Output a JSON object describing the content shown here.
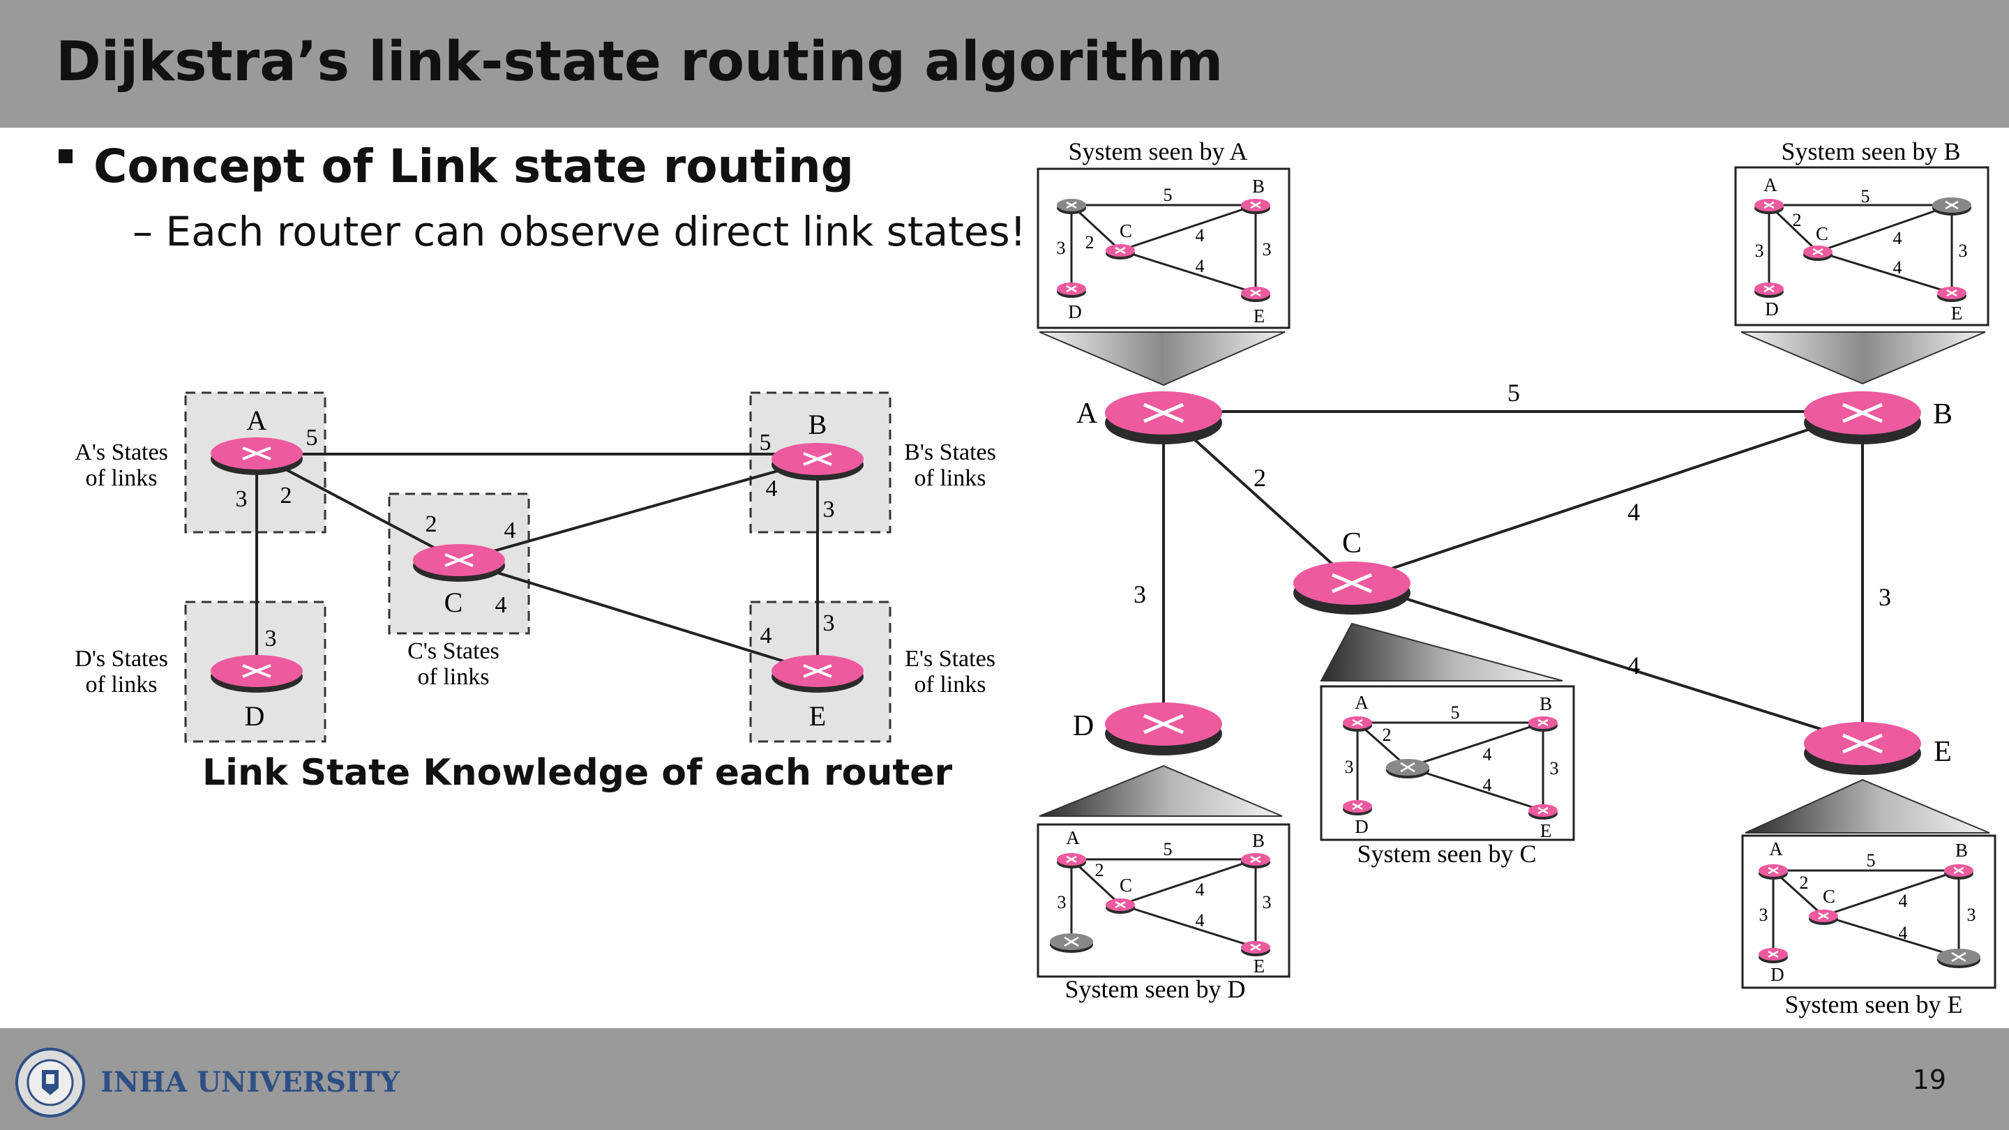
{
  "slide": {
    "title": "Dijkstra’s link-state routing algorithm",
    "heading": "Concept of Link state routing",
    "subpoint": "– Each router can observe direct link states!",
    "caption": "Link State Knowledge of each router",
    "page_number": "19",
    "university": "INHA UNIVERSITY"
  },
  "left_diagram": {
    "routers": [
      "A",
      "B",
      "C",
      "D",
      "E"
    ],
    "state_labels": {
      "A": [
        "A's States",
        "of links"
      ],
      "B": [
        "B's States",
        "of links"
      ],
      "C": [
        "C's States",
        "of links"
      ],
      "D": [
        "D's States",
        "of links"
      ],
      "E": [
        "E's States",
        "of links"
      ]
    },
    "links": [
      {
        "from": "A",
        "to": "B",
        "cost": "5"
      },
      {
        "from": "A",
        "to": "C",
        "cost": "2"
      },
      {
        "from": "A",
        "to": "D",
        "cost": "3"
      },
      {
        "from": "B",
        "to": "C",
        "cost": "4"
      },
      {
        "from": "B",
        "to": "E",
        "cost": "3"
      },
      {
        "from": "C",
        "to": "E",
        "cost": "4"
      }
    ]
  },
  "right_diagram": {
    "routers": [
      "A",
      "B",
      "C",
      "D",
      "E"
    ],
    "links": [
      {
        "from": "A",
        "to": "B",
        "cost": "5"
      },
      {
        "from": "A",
        "to": "C",
        "cost": "2"
      },
      {
        "from": "A",
        "to": "D",
        "cost": "3"
      },
      {
        "from": "B",
        "to": "C",
        "cost": "4"
      },
      {
        "from": "B",
        "to": "E",
        "cost": "3"
      },
      {
        "from": "C",
        "to": "E",
        "cost": "4"
      }
    ],
    "views": {
      "A": "System seen by A",
      "B": "System seen by B",
      "C": "System seen by C",
      "D": "System seen by D",
      "E": "System seen by E"
    }
  },
  "colors": {
    "router_pink": "#ee5a9e",
    "router_dark": "#2b2b2b",
    "self_gray": "#7a7a7a",
    "bar_gray": "#9a9a9a",
    "box_fill": "#e3e3e3",
    "university_blue": "#2e4f86"
  }
}
